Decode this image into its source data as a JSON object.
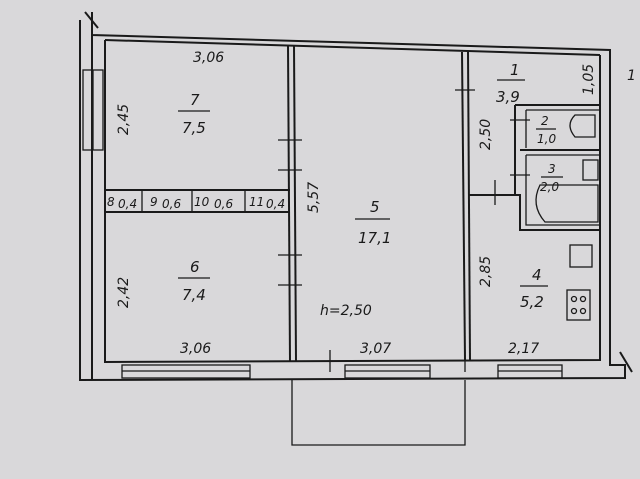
{
  "plan": {
    "ceiling_height": "h=2,50",
    "edge_mark": "1",
    "rooms": [
      {
        "number": "1",
        "area": "3,9"
      },
      {
        "number": "2",
        "area": "1,0"
      },
      {
        "number": "3",
        "area": "2,0"
      },
      {
        "number": "4",
        "area": "5,2"
      },
      {
        "number": "5",
        "area": "17,1"
      },
      {
        "number": "6",
        "area": "7,4"
      },
      {
        "number": "7",
        "area": "7,5"
      },
      {
        "number": "8",
        "area": "0,4"
      },
      {
        "number": "9",
        "area": "0,6"
      },
      {
        "number": "10",
        "area": "0,6"
      },
      {
        "number": "11",
        "area": "0,4"
      }
    ],
    "dimensions": {
      "room7_width": "3,06",
      "room7_height": "2,45",
      "room6_width": "3,06",
      "room6_height": "2,42",
      "room5_depth": "5,57",
      "room5_width": "3,07",
      "room1_depth": "2,50",
      "room1_side": "1,05",
      "room4_depth": "2,85",
      "room4_width": "2,17"
    }
  }
}
